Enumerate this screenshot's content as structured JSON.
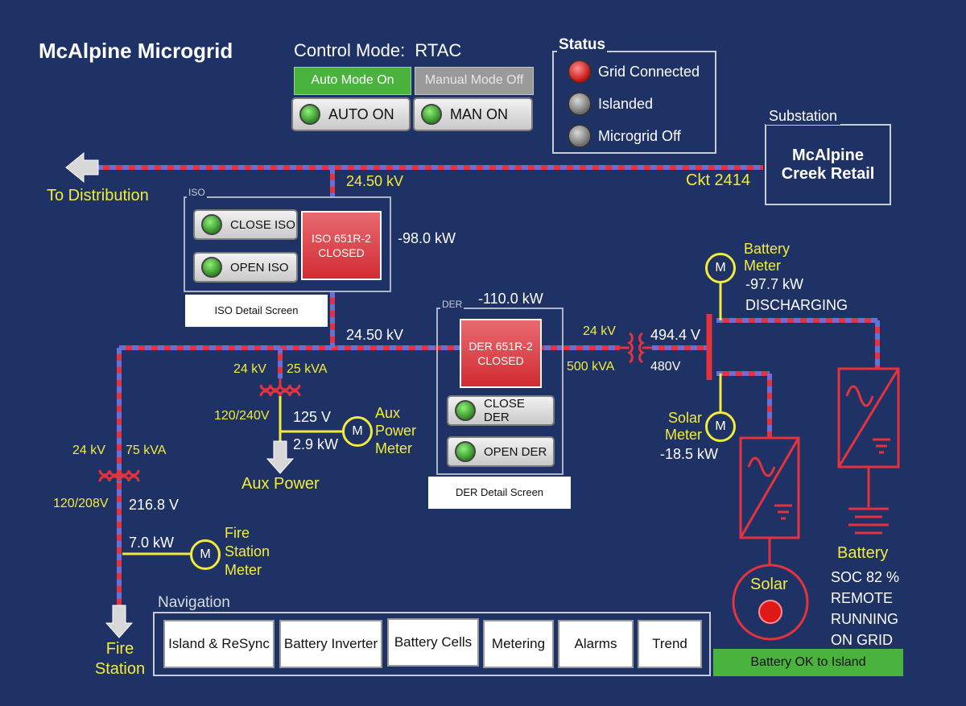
{
  "app": {
    "title": "McAlpine Microgrid"
  },
  "control": {
    "mode_label": "Control Mode:",
    "mode_value": "RTAC",
    "auto_mode": "Auto Mode On",
    "manual_mode": "Manual Mode Off",
    "auto_on_btn": "AUTO ON",
    "man_on_btn": "MAN ON"
  },
  "status": {
    "title": "Status",
    "items": [
      {
        "label": "Grid Connected",
        "led": "red"
      },
      {
        "label": "Islanded",
        "led": "gray"
      },
      {
        "label": "Microgrid Off",
        "led": "gray"
      }
    ]
  },
  "substation": {
    "label": "Substation",
    "name_line1": "McAlpine",
    "name_line2": "Creek Retail",
    "circuit": "Ckt 2414"
  },
  "distribution": {
    "label": "To Distribution"
  },
  "iso": {
    "panel_label": "ISO",
    "voltage_top": "24.50 kV",
    "close_btn": "CLOSE ISO",
    "open_btn": "OPEN ISO",
    "breaker_line1": "ISO 651R-2",
    "breaker_line2": "CLOSED",
    "power": "-98.0 kW",
    "detail_btn": "ISO Detail Screen",
    "voltage_bottom": "24.50 kV"
  },
  "der": {
    "panel_label": "DER",
    "power": "-110.0 kW",
    "breaker_line1": "DER 651R-2",
    "breaker_line2": "CLOSED",
    "close_btn": "CLOSE DER",
    "open_btn": "OPEN DER",
    "detail_btn": "DER Detail Screen"
  },
  "der_xfmr": {
    "hv": "24 kV",
    "kva": "500 kVA",
    "lv_v": "494.4 V",
    "lv": "480V"
  },
  "battery_meter": {
    "m": "M",
    "line1": "Battery",
    "line2": "Meter",
    "power": "-97.7  kW",
    "state": "DISCHARGING"
  },
  "solar_meter": {
    "m": "M",
    "line1": "Solar",
    "line2": "Meter",
    "power": "-18.5  kW"
  },
  "aux": {
    "hv": "24 kV",
    "kva": "25 kVA",
    "lv": "120/240V",
    "voltage": "125 V",
    "power": "2.9 kW",
    "meter_m": "M",
    "meter_line1": "Aux",
    "meter_line2": "Power",
    "meter_line3": "Meter",
    "load": "Aux Power"
  },
  "fire": {
    "hv": "24 kV",
    "kva": "75 kVA",
    "lv": "120/208V",
    "voltage": "216.8 V",
    "power": "7.0  kW",
    "meter_m": "M",
    "meter_line1": "Fire",
    "meter_line2": "Station",
    "meter_line3": "Meter",
    "load_line1": "Fire",
    "load_line2": "Station"
  },
  "solar": {
    "label": "Solar"
  },
  "battery": {
    "label": "Battery",
    "soc": "SOC  82 %",
    "state1": "REMOTE",
    "state2": "RUNNING",
    "state3": "ON GRID",
    "ok": "Battery OK to Island"
  },
  "navigation": {
    "title": "Navigation",
    "buttons": [
      "Island & ReSync",
      "Battery Inverter",
      "Battery Cells",
      "Metering",
      "Alarms",
      "Trend"
    ]
  },
  "colors": {
    "background": "#1f3265",
    "line_red": "#e6323c",
    "line_blue": "#6a6fd6",
    "label_yellow": "#f4ec3a",
    "accent_green": "#4ab33e"
  }
}
